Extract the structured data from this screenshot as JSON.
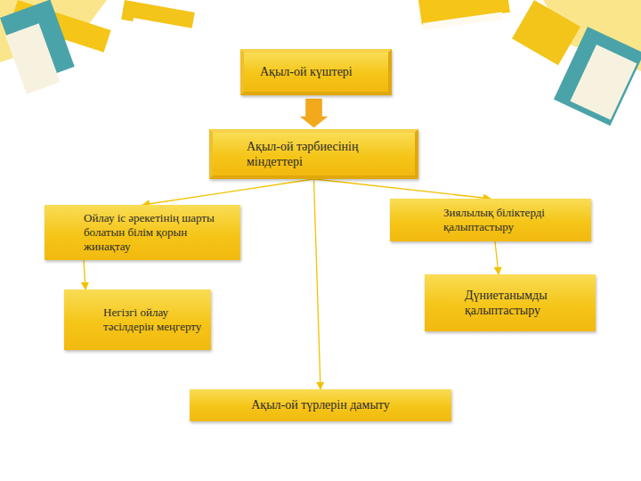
{
  "diagram": {
    "nodes": [
      {
        "text": [
          "Ақыл-ой күштері"
        ]
      },
      {
        "text": [
          "Ақыл-ой тәрбиесінің міндеттері"
        ]
      },
      {
        "text": [
          "Ойлау іс әрекетінің шарты болатын білім қорын жинақтау"
        ]
      },
      {
        "text": [
          "Негізгі ойлау тәсілдерін меңгерту"
        ]
      },
      {
        "text": [
          "Зиялылық біліктерді қалыптастыру"
        ]
      },
      {
        "text": [
          "Дүниетанымды қалыптастыру"
        ]
      },
      {
        "text": [
          "Ақыл-ой түрлерін дамыту"
        ]
      }
    ],
    "edges": [
      {
        "from": 0,
        "to": 1,
        "arrow": "to"
      },
      {
        "from": 1,
        "to": 2,
        "arrow": "to"
      },
      {
        "from": 1,
        "to": 4,
        "arrow": "to"
      },
      {
        "from": 2,
        "to": 3,
        "arrow": "to"
      },
      {
        "from": 4,
        "to": 5,
        "arrow": "to"
      },
      {
        "from": 1,
        "to": 6,
        "arrow": "to"
      }
    ]
  }
}
